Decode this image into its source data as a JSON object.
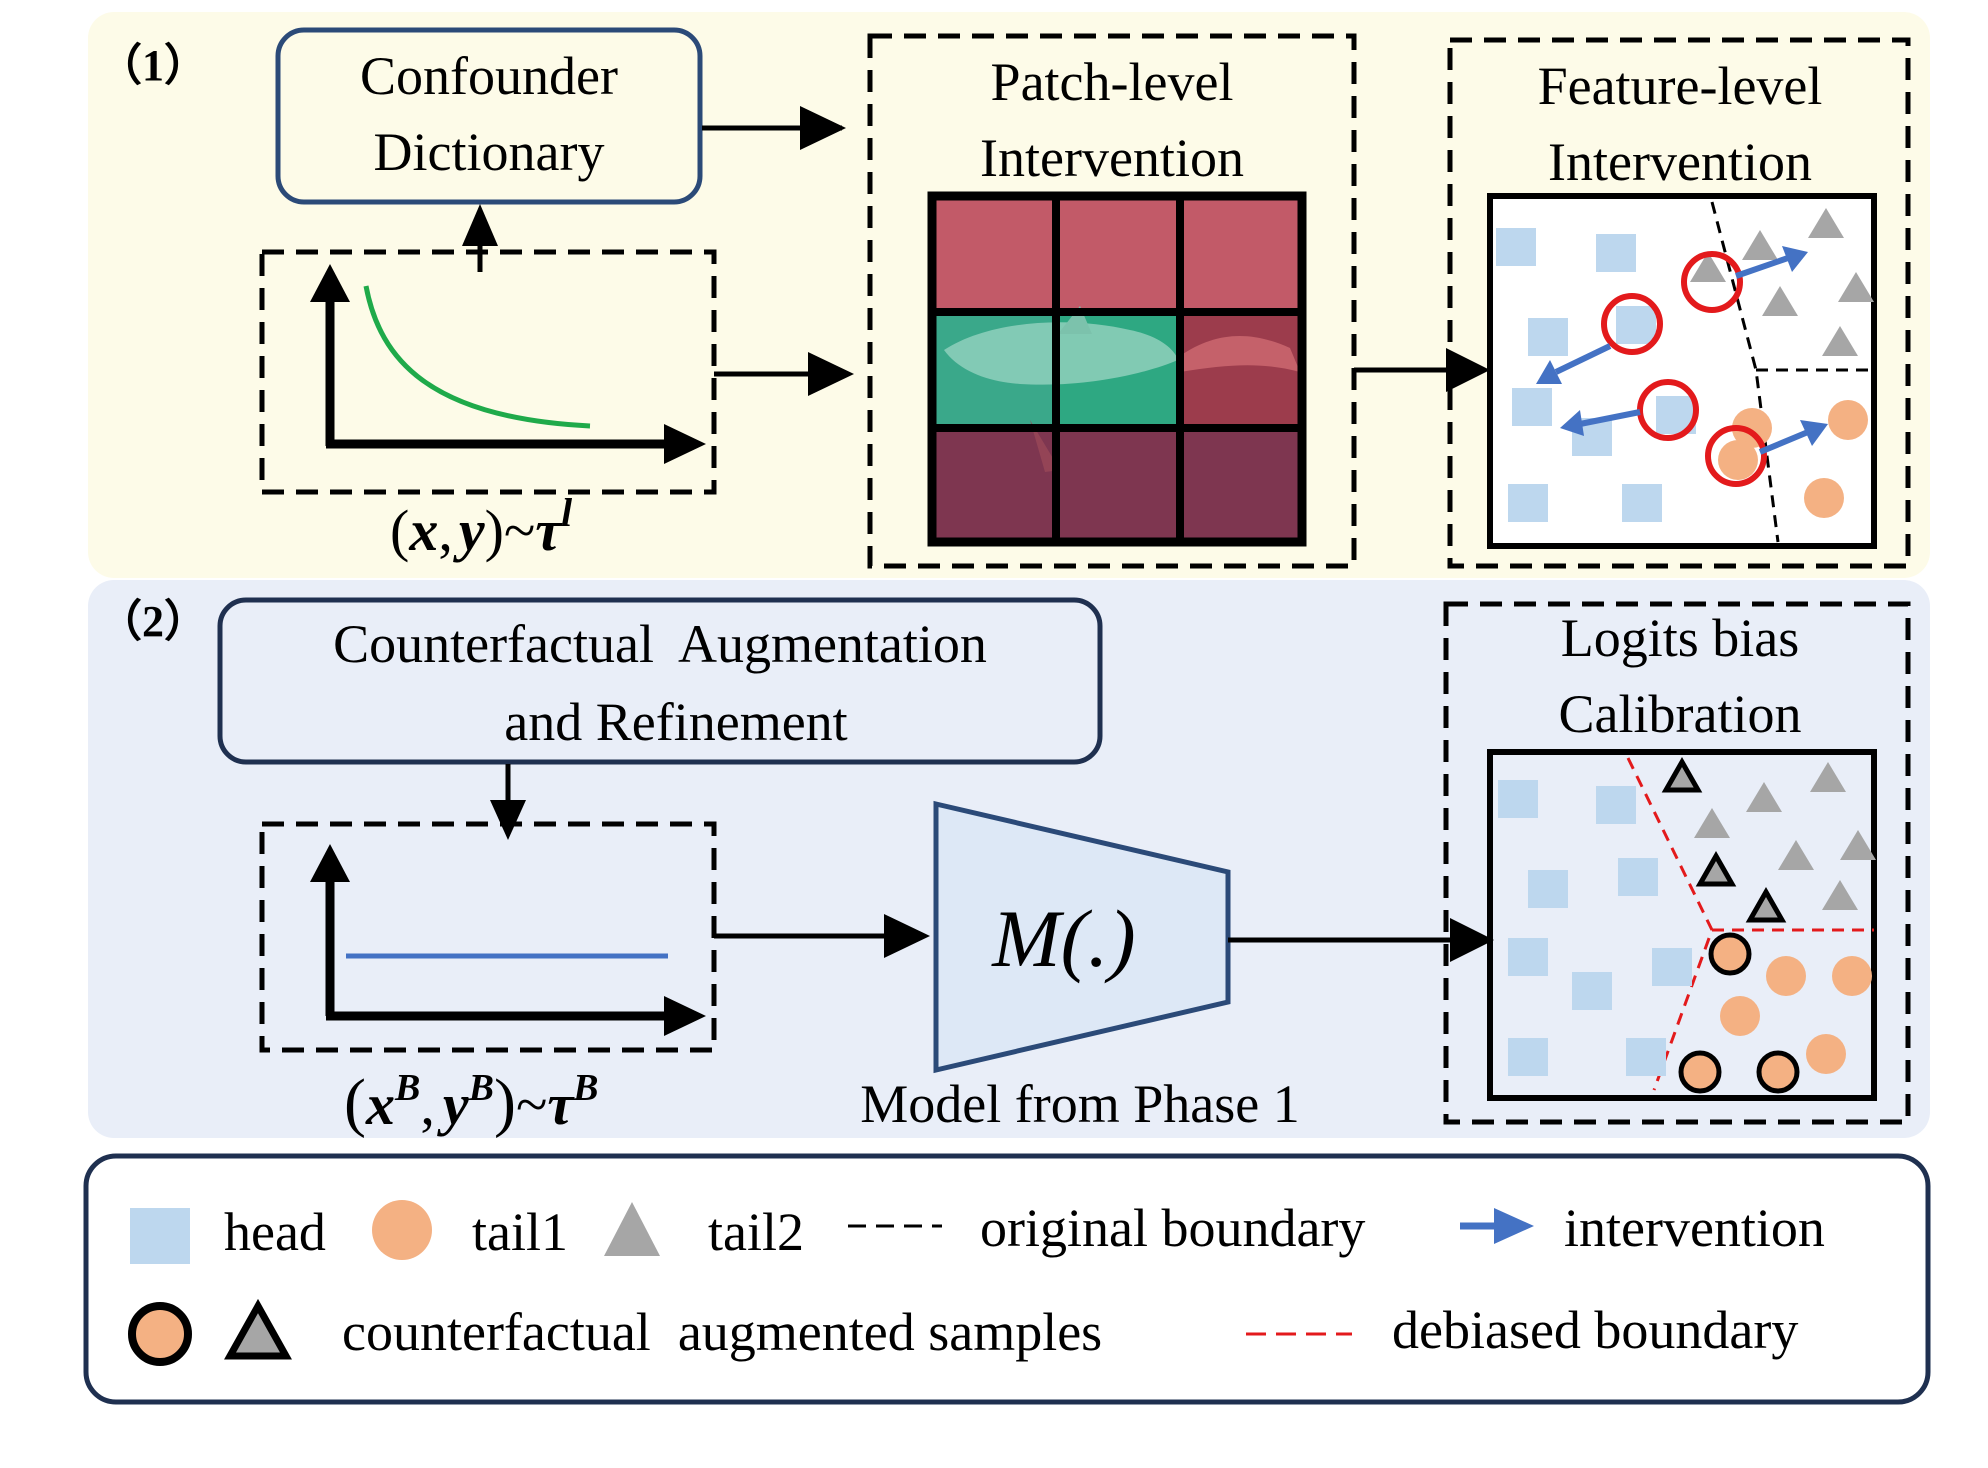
{
  "phase1": {
    "marker": "（1）",
    "dictionary_box": {
      "line1": "Confounder",
      "line2": "Dictionary"
    },
    "patch_title": {
      "line1": "Patch-level",
      "line2": "Intervention"
    },
    "feature_title": {
      "line1": "Feature-level",
      "line2": "Intervention"
    },
    "dist_label": {
      "open": "(",
      "x": "x",
      "comma": ",",
      "y": "y",
      "close": ")",
      "tilde": "~",
      "tau": "τ",
      "sup": "l"
    }
  },
  "phase2": {
    "marker": "（2）",
    "augment_box": {
      "line1": "Counterfactual  Augmentation",
      "line2": "and Refinement"
    },
    "model_label": "M(.)",
    "model_caption": "Model from Phase 1",
    "logits_title": {
      "line1": "Logits bias",
      "line2": "Calibration"
    },
    "dist_label": {
      "open": "(",
      "x": "x",
      "xsup": "B",
      "comma": ",",
      "y": "y",
      "ysup": "B",
      "close": ")",
      "tilde": "~",
      "tau": "τ",
      "tsup": "B"
    }
  },
  "legend": {
    "head": "head",
    "tail1": "tail1",
    "tail2": "tail2",
    "original_boundary": "original boundary",
    "intervention": "intervention",
    "cf_samples": "counterfactual  augmented samples",
    "debiased_boundary": "debiased boundary"
  },
  "colors": {
    "phase1_bg": "#fdfbe8",
    "phase2_bg": "#e9eef8",
    "box_border": "#2b4a78",
    "head": "#bdd7ee",
    "tail1": "#f4b183",
    "tail2": "#a6a6a6",
    "arrow_blue": "#4472c4",
    "red": "#e31a1c",
    "green_curve": "#1faa4a",
    "blue_line": "#4472c4",
    "model_fill": "#dde8f6"
  }
}
